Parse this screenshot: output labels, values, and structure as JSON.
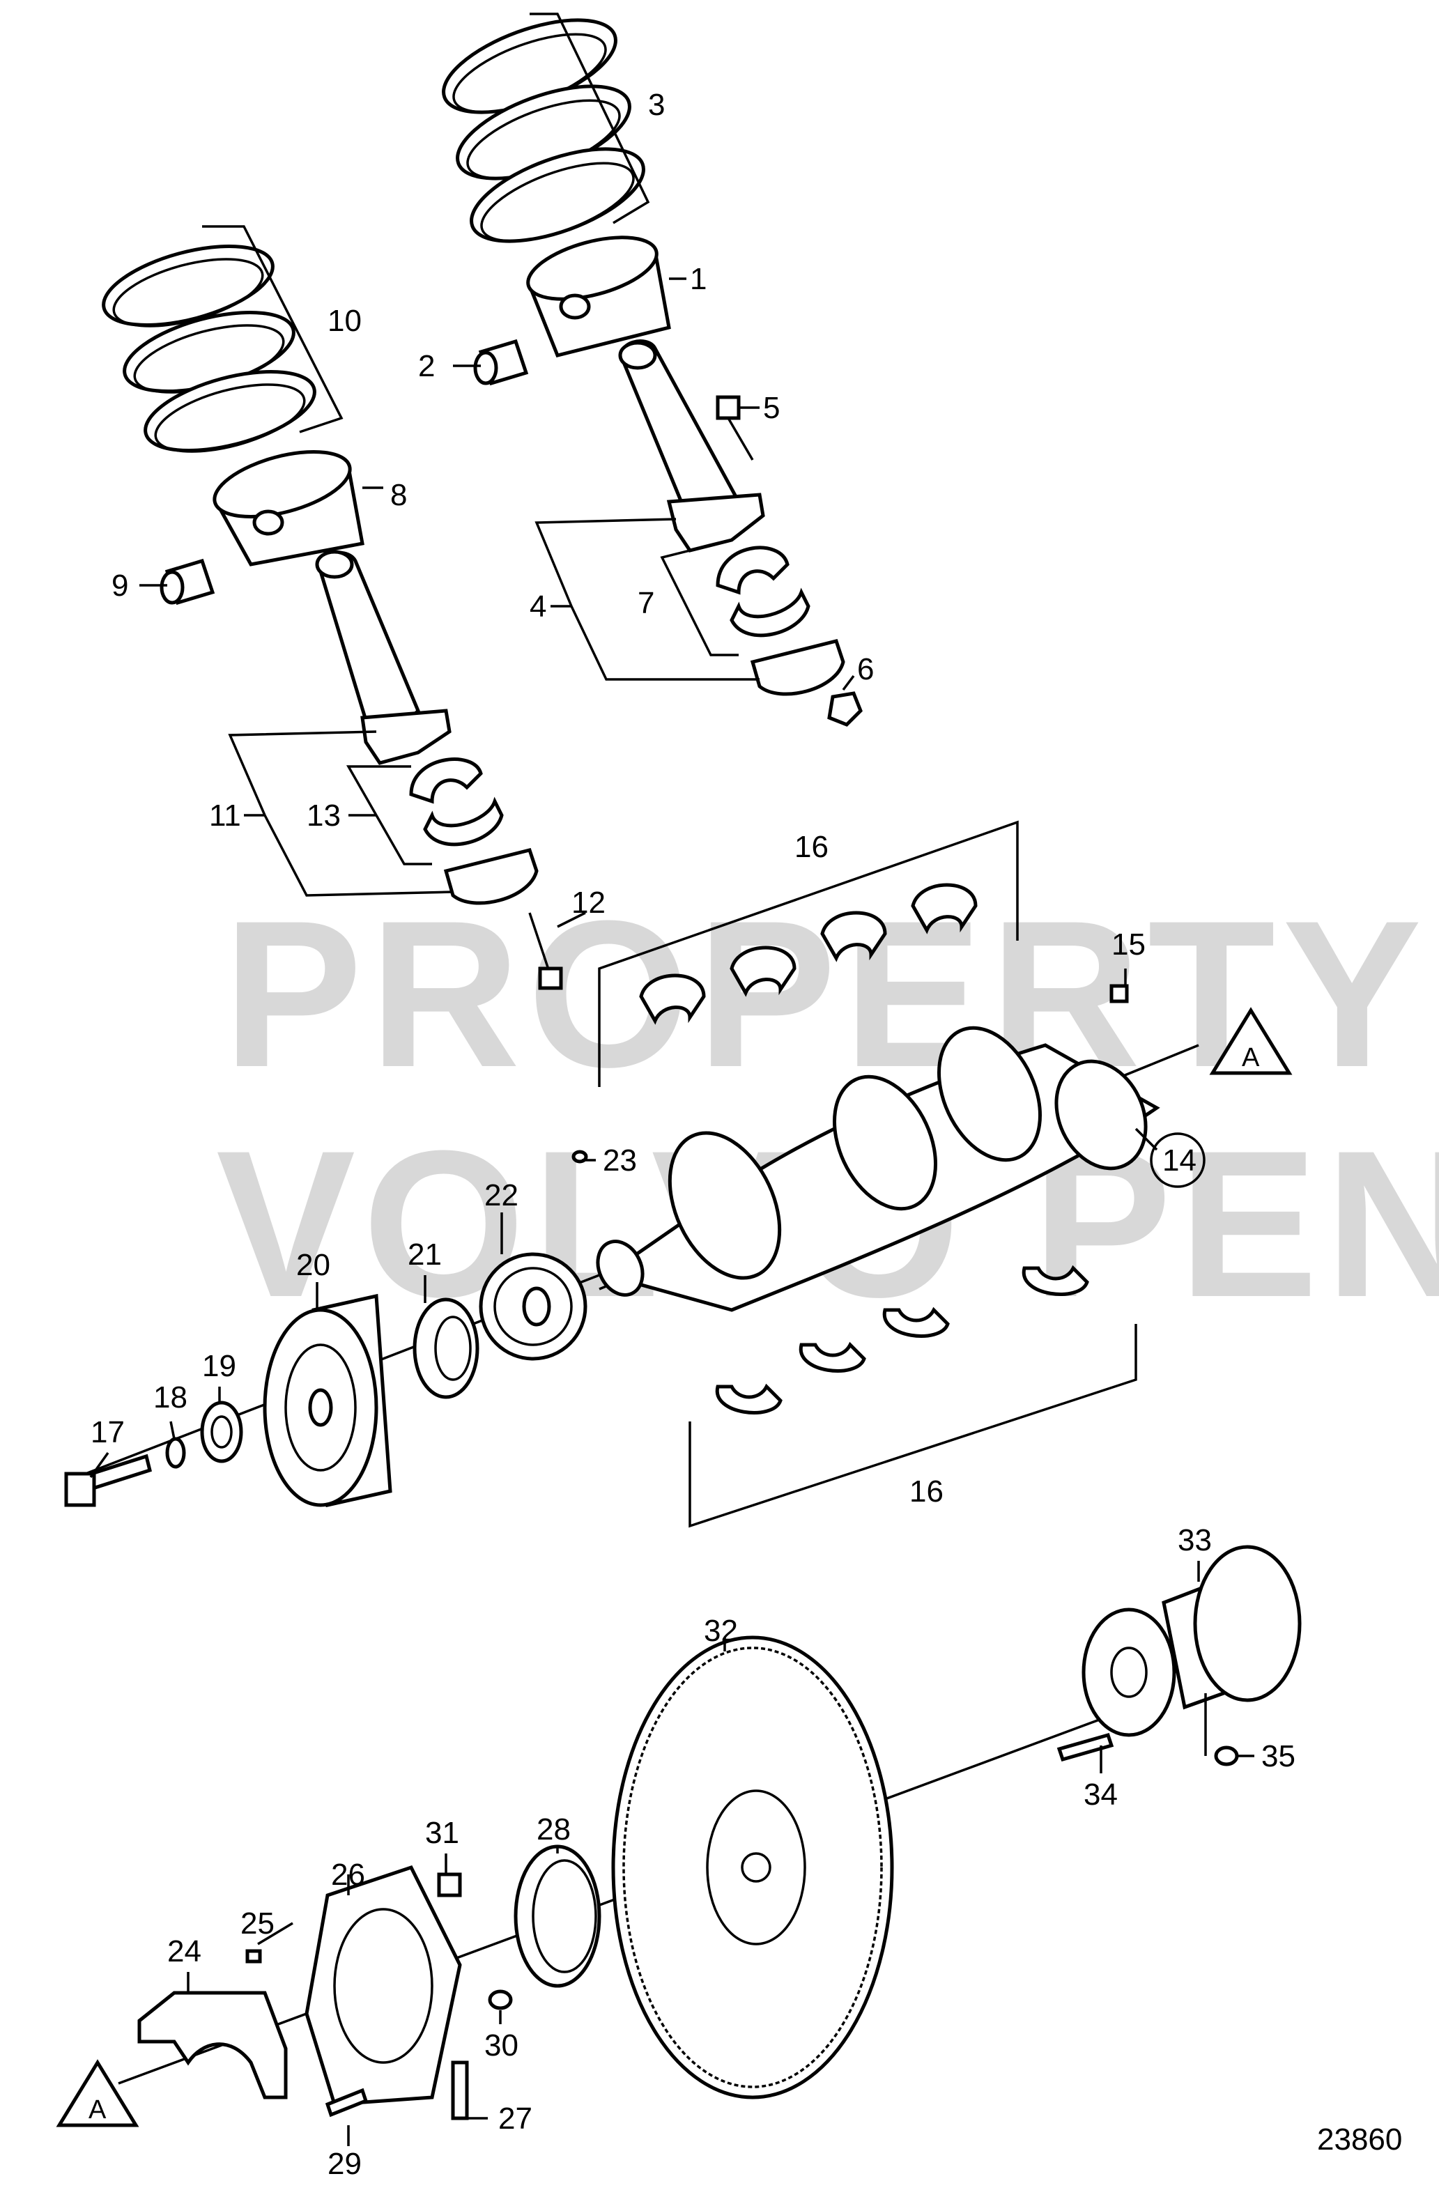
{
  "watermark": {
    "line1": "PROPERTY OF",
    "line2": "VOLVO PENTA"
  },
  "reference_marker": "A",
  "drawing_number": "23860",
  "callouts": {
    "c1": "1",
    "c2": "2",
    "c3": "3",
    "c4": "4",
    "c5": "5",
    "c6": "6",
    "c7": "7",
    "c8": "8",
    "c9": "9",
    "c10": "10",
    "c11": "11",
    "c12": "12",
    "c13": "13",
    "c14": "14",
    "c15": "15",
    "c16a": "16",
    "c16b": "16",
    "c17": "17",
    "c18": "18",
    "c19": "19",
    "c20": "20",
    "c21": "21",
    "c22": "22",
    "c23": "23",
    "c24": "24",
    "c25": "25",
    "c26": "26",
    "c27": "27",
    "c28": "28",
    "c29": "29",
    "c30": "30",
    "c31": "31",
    "c32": "32",
    "c33": "33",
    "c34": "34",
    "c35": "35"
  }
}
